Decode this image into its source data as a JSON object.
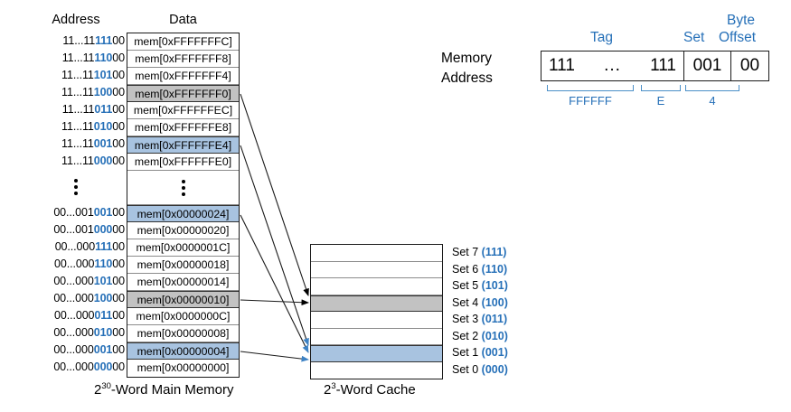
{
  "headers": {
    "address": "Address",
    "data": "Data"
  },
  "memory": {
    "caption": "2",
    "caption_exp": "30",
    "caption_rest": "-Word Main Memory",
    "rows": [
      {
        "addr_pre": "11...11",
        "addr_set": "111",
        "addr_post": "00",
        "data": "mem[0xFFFFFFFC]",
        "highlight": "none"
      },
      {
        "addr_pre": "11...11",
        "addr_set": "110",
        "addr_post": "00",
        "data": "mem[0xFFFFFFF8]",
        "highlight": "none"
      },
      {
        "addr_pre": "11...11",
        "addr_set": "101",
        "addr_post": "00",
        "data": "mem[0xFFFFFFF4]",
        "highlight": "none"
      },
      {
        "addr_pre": "11...11",
        "addr_set": "100",
        "addr_post": "00",
        "data": "mem[0xFFFFFFF0]",
        "highlight": "gray"
      },
      {
        "addr_pre": "11...11",
        "addr_set": "011",
        "addr_post": "00",
        "data": "mem[0xFFFFFFEC]",
        "highlight": "none"
      },
      {
        "addr_pre": "11...11",
        "addr_set": "010",
        "addr_post": "00",
        "data": "mem[0xFFFFFFE8]",
        "highlight": "none"
      },
      {
        "addr_pre": "11...11",
        "addr_set": "001",
        "addr_post": "00",
        "data": "mem[0xFFFFFFE4]",
        "highlight": "blue"
      },
      {
        "addr_pre": "11...11",
        "addr_set": "000",
        "addr_post": "00",
        "data": "mem[0xFFFFFFE0]",
        "highlight": "none"
      },
      {
        "addr_pre": "",
        "addr_set": "",
        "addr_post": "",
        "data": "",
        "highlight": "dots"
      },
      {
        "addr_pre": "00...001",
        "addr_set": "001",
        "addr_post": "00",
        "data": "mem[0x00000024]",
        "highlight": "blue"
      },
      {
        "addr_pre": "00...001",
        "addr_set": "000",
        "addr_post": "00",
        "data": "mem[0x00000020]",
        "highlight": "none"
      },
      {
        "addr_pre": "00...000",
        "addr_set": "111",
        "addr_post": "00",
        "data": "mem[0x0000001C]",
        "highlight": "none"
      },
      {
        "addr_pre": "00...000",
        "addr_set": "110",
        "addr_post": "00",
        "data": "mem[0x00000018]",
        "highlight": "none"
      },
      {
        "addr_pre": "00...000",
        "addr_set": "101",
        "addr_post": "00",
        "data": "mem[0x00000014]",
        "highlight": "none"
      },
      {
        "addr_pre": "00...000",
        "addr_set": "100",
        "addr_post": "00",
        "data": "mem[0x00000010]",
        "highlight": "gray"
      },
      {
        "addr_pre": "00...000",
        "addr_set": "011",
        "addr_post": "00",
        "data": "mem[0x0000000C]",
        "highlight": "none"
      },
      {
        "addr_pre": "00...000",
        "addr_set": "010",
        "addr_post": "00",
        "data": "mem[0x00000008]",
        "highlight": "none"
      },
      {
        "addr_pre": "00...000",
        "addr_set": "001",
        "addr_post": "00",
        "data": "mem[0x00000004]",
        "highlight": "blue"
      },
      {
        "addr_pre": "00...000",
        "addr_set": "000",
        "addr_post": "00",
        "data": "mem[0x00000000]",
        "highlight": "none"
      }
    ]
  },
  "cache": {
    "caption": "2",
    "caption_exp": "3",
    "caption_rest": "-Word Cache",
    "rows": [
      {
        "label": "Set 7",
        "bin": "(111)",
        "highlight": "none"
      },
      {
        "label": "Set 6",
        "bin": "(110)",
        "highlight": "none"
      },
      {
        "label": "Set 5",
        "bin": "(101)",
        "highlight": "none"
      },
      {
        "label": "Set 4",
        "bin": "(100)",
        "highlight": "gray"
      },
      {
        "label": "Set 3",
        "bin": "(011)",
        "highlight": "none"
      },
      {
        "label": "Set 2",
        "bin": "(010)",
        "highlight": "none"
      },
      {
        "label": "Set 1",
        "bin": "(001)",
        "highlight": "blue"
      },
      {
        "label": "Set 0",
        "bin": "(000)",
        "highlight": "none"
      }
    ]
  },
  "address_format": {
    "title_line1": "Memory",
    "title_line2": "Address",
    "field_tag": "Tag",
    "field_set": "Set",
    "field_byte": "Byte",
    "field_offset": "Offset",
    "bits_tag_left": "111",
    "bits_tag_dots": "...",
    "bits_tag_right": "111",
    "bits_set": "001",
    "bits_offset": "00",
    "hex_tag": "FFFFFF",
    "hex_mid": "E",
    "hex_low": "4"
  },
  "colors": {
    "accent_blue": "#2670b8",
    "highlight_blue": "#a8c3e0",
    "highlight_gray": "#c2c2c2",
    "bracket_blue": "#4a8fc7"
  }
}
